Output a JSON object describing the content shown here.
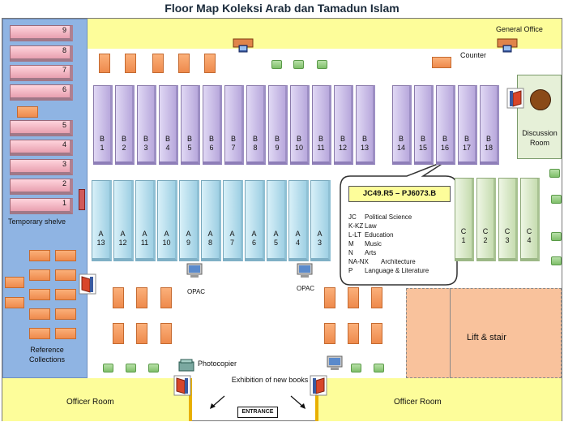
{
  "title": "Floor Map Koleksi Arab dan Tamadun Islam",
  "labels": {
    "general_office": "General Office",
    "counter": "Counter",
    "discussion_room": "Discussion Room",
    "temporary_shelve": "Temporary shelve",
    "reference_collections": "Reference Collections",
    "opac": "OPAC",
    "photocopier": "Photocopier",
    "exhibition": "Exhibition of new books",
    "officer_room": "Officer Room",
    "lift_stair": "Lift & stair",
    "entrance": "ENTRANCE"
  },
  "reference_shelves": [
    "9",
    "8",
    "7",
    "6",
    "5",
    "4",
    "3",
    "2",
    "1"
  ],
  "shelves_b": [
    {
      "letter": "B",
      "num": "1"
    },
    {
      "letter": "B",
      "num": "2"
    },
    {
      "letter": "B",
      "num": "3"
    },
    {
      "letter": "B",
      "num": "4"
    },
    {
      "letter": "B",
      "num": "5"
    },
    {
      "letter": "B",
      "num": "6"
    },
    {
      "letter": "B",
      "num": "7"
    },
    {
      "letter": "B",
      "num": "8"
    },
    {
      "letter": "B",
      "num": "9"
    },
    {
      "letter": "B",
      "num": "10"
    },
    {
      "letter": "B",
      "num": "11"
    },
    {
      "letter": "B",
      "num": "12"
    },
    {
      "letter": "B",
      "num": "13"
    },
    {
      "letter": "B",
      "num": "14"
    },
    {
      "letter": "B",
      "num": "15"
    },
    {
      "letter": "B",
      "num": "16"
    },
    {
      "letter": "B",
      "num": "17"
    },
    {
      "letter": "B",
      "num": "18"
    }
  ],
  "shelves_a": [
    {
      "letter": "A",
      "num": "13"
    },
    {
      "letter": "A",
      "num": "12"
    },
    {
      "letter": "A",
      "num": "11"
    },
    {
      "letter": "A",
      "num": "10"
    },
    {
      "letter": "A",
      "num": "9"
    },
    {
      "letter": "A",
      "num": "8"
    },
    {
      "letter": "A",
      "num": "7"
    },
    {
      "letter": "A",
      "num": "6"
    },
    {
      "letter": "A",
      "num": "5"
    },
    {
      "letter": "A",
      "num": "4"
    },
    {
      "letter": "A",
      "num": "3"
    }
  ],
  "shelves_c": [
    {
      "letter": "C",
      "num": "1"
    },
    {
      "letter": "C",
      "num": "2"
    },
    {
      "letter": "C",
      "num": "3"
    },
    {
      "letter": "C",
      "num": "4"
    }
  ],
  "callout": {
    "heading": "JC49.R5 – PJ6073.B",
    "rows": [
      {
        "code": "JC",
        "subject": "Political Science"
      },
      {
        "code": "K-KZ",
        "subject": "Law"
      },
      {
        "code": "L-LT",
        "subject": "Education"
      },
      {
        "code": "M",
        "subject": "Music"
      },
      {
        "code": "N",
        "subject": "Arts"
      },
      {
        "code": "NA-NX",
        "subject": "Architecture"
      },
      {
        "code": "P",
        "subject": "Language & Literature"
      }
    ]
  },
  "colors": {
    "yellow_area": "#fdfd9a",
    "reference_area": "#8fb4e3",
    "lift_area": "#f9c29c",
    "table": "#ee8a4c"
  }
}
